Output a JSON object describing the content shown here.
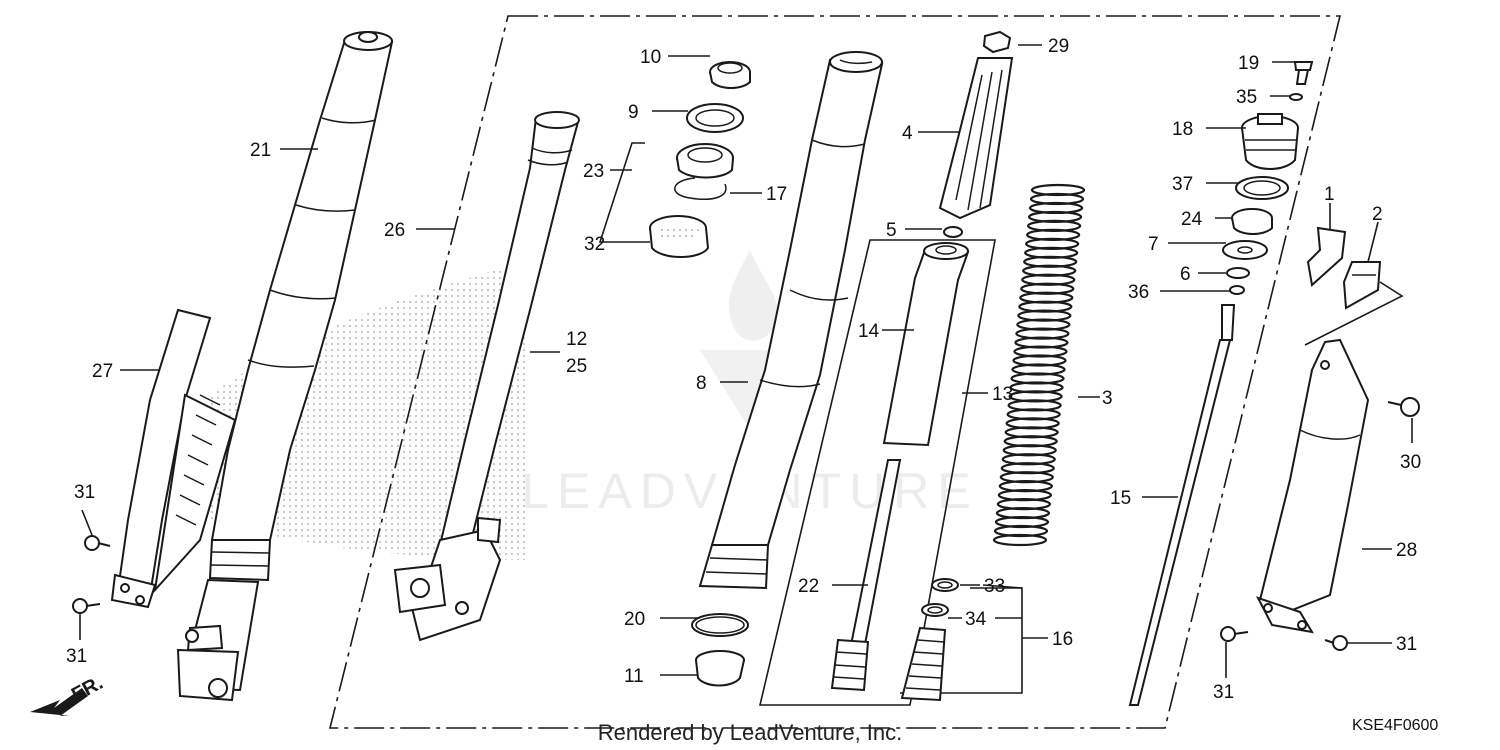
{
  "diagram_code": "KSE4F0600",
  "footer": "Rendered by LeadVenture, Inc.",
  "watermark": "LEADVENTURE",
  "direction_label": "FR.",
  "callouts": [
    "1",
    "2",
    "3",
    "4",
    "5",
    "6",
    "7",
    "8",
    "9",
    "10",
    "11",
    "12",
    "25",
    "13",
    "14",
    "15",
    "16",
    "17",
    "18",
    "19",
    "20",
    "21",
    "22",
    "23",
    "24",
    "26",
    "27",
    "28",
    "29",
    "30",
    "31",
    "32",
    "33",
    "34",
    "35",
    "36",
    "37"
  ],
  "colors": {
    "line": "#1a1a1a",
    "background": "#ffffff",
    "watermark": "#d9d9d9",
    "halftone": "#c8c8c8"
  }
}
